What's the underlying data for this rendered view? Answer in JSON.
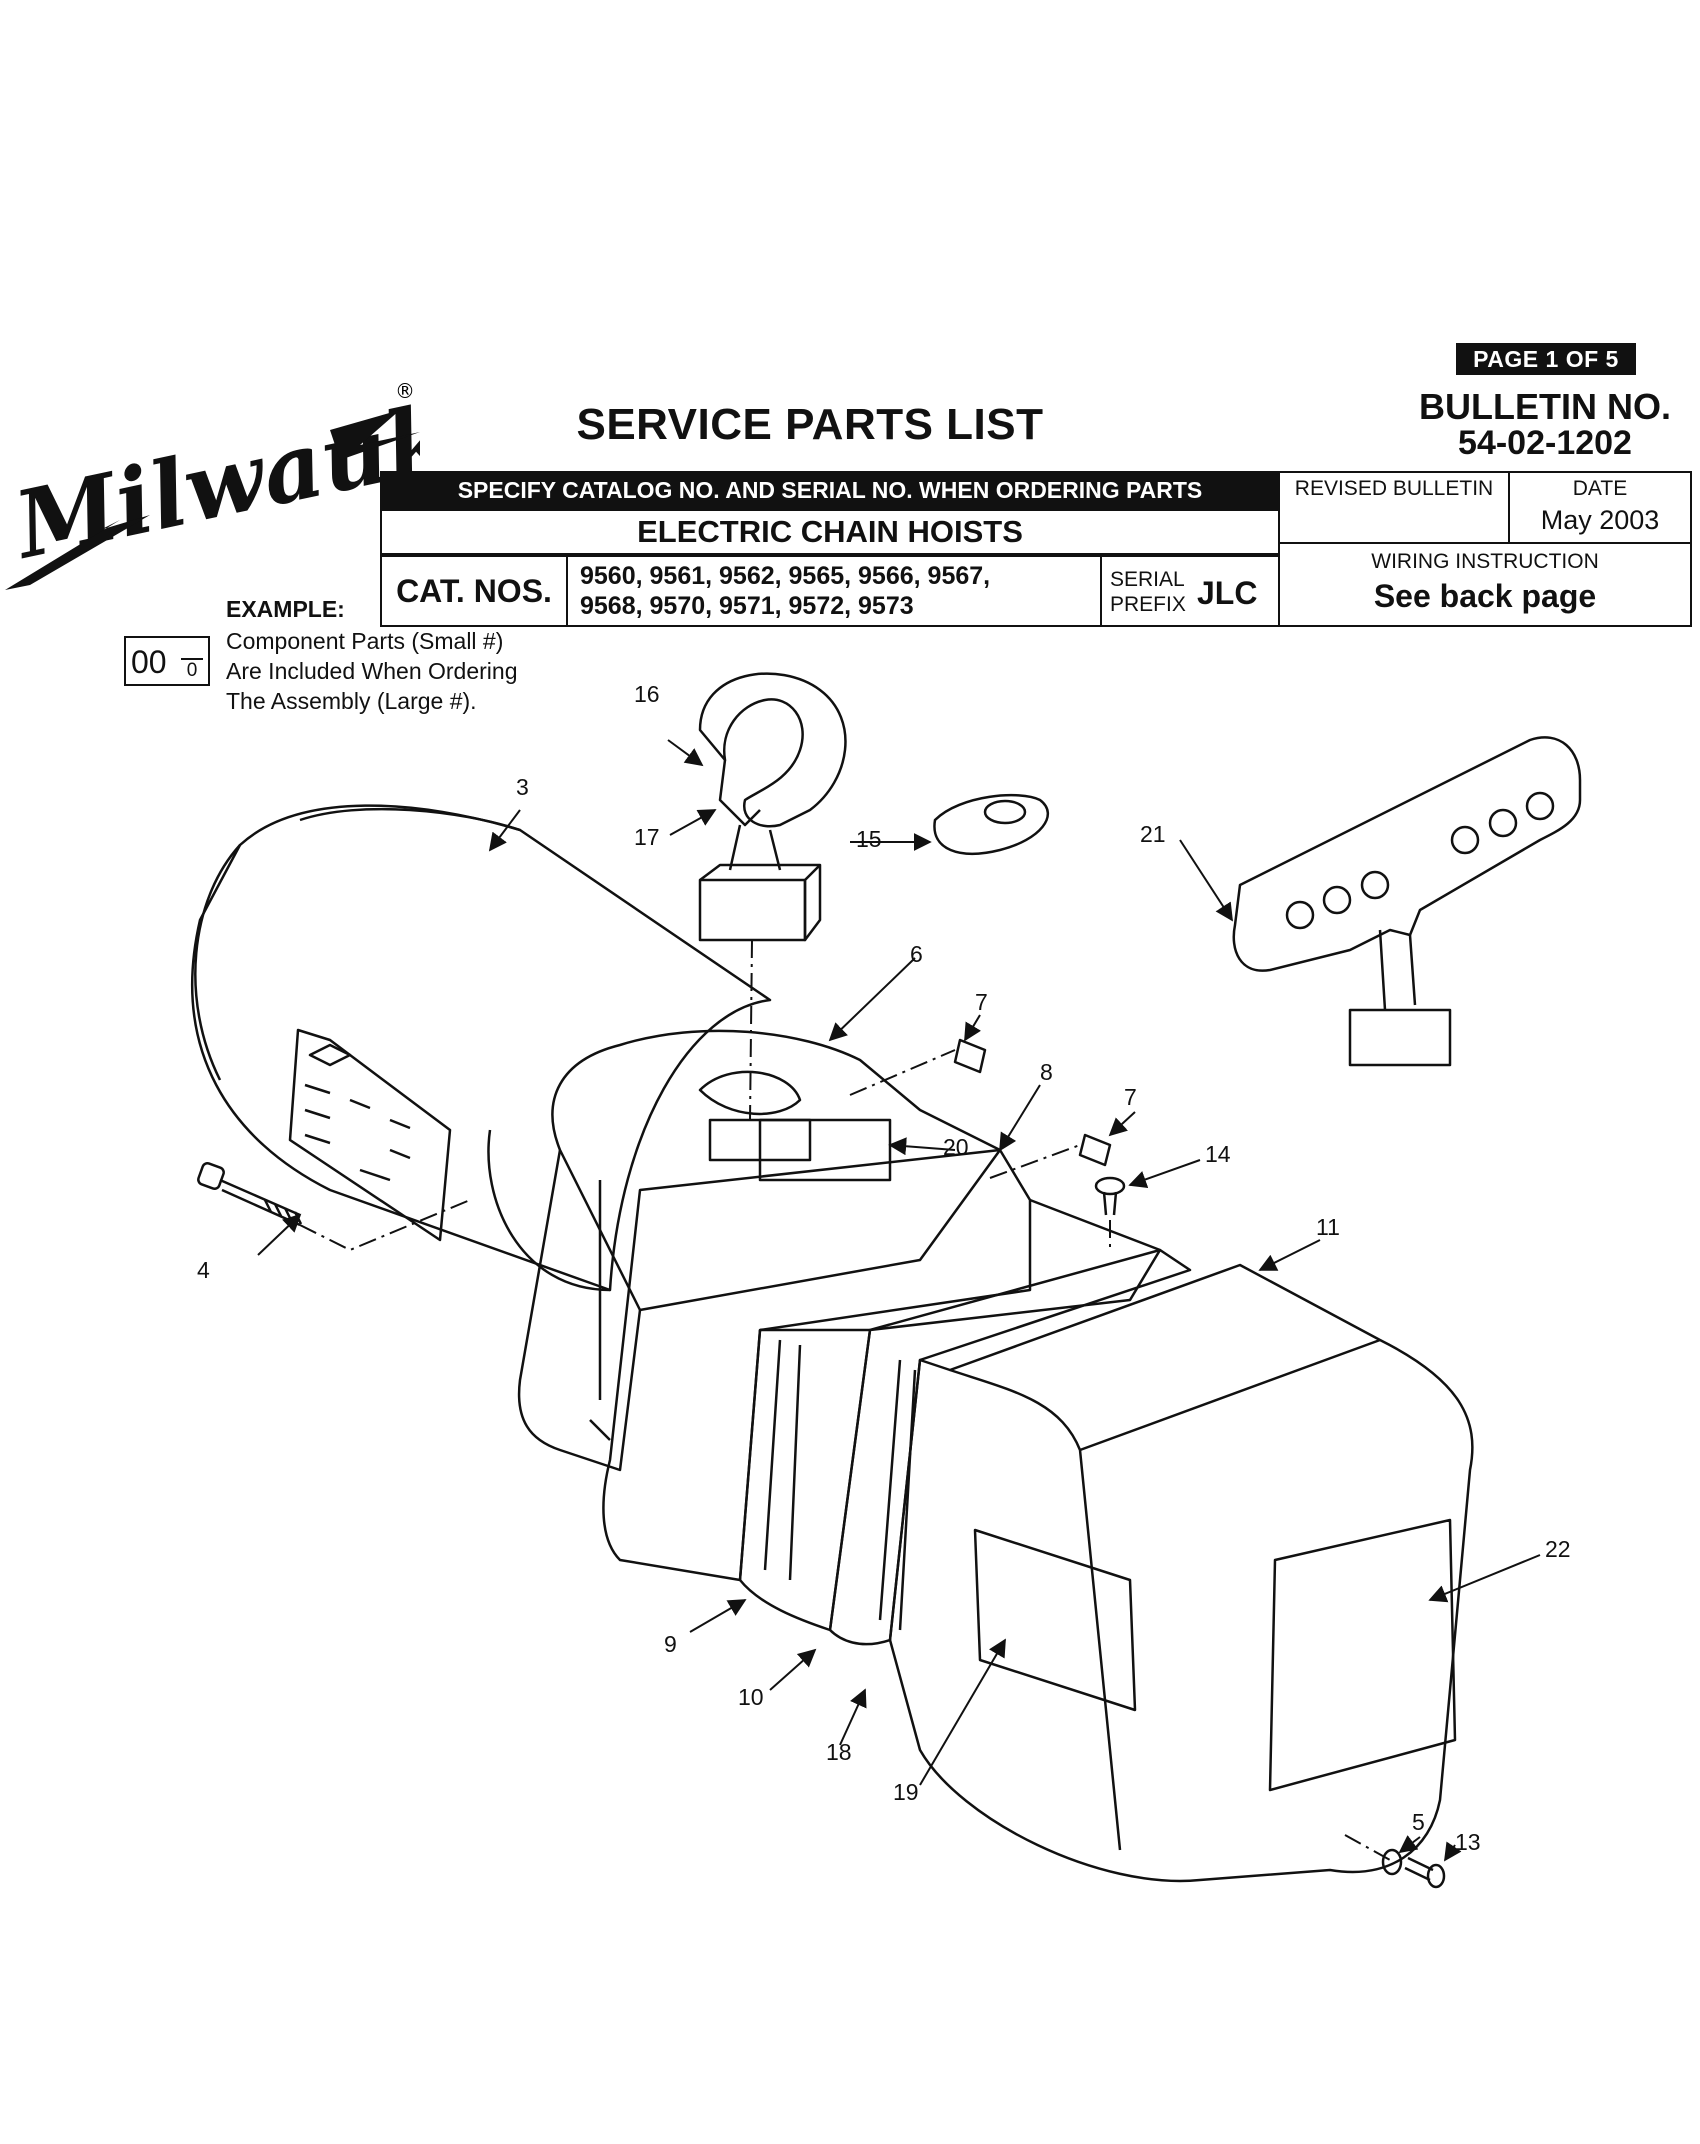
{
  "header": {
    "page_badge": "PAGE 1 OF 5",
    "bulletin_label": "BULLETIN NO.",
    "bulletin_number": "54-02-1202",
    "title": "SERVICE PARTS LIST",
    "logo_text": "Milwaukee"
  },
  "info_table": {
    "specify_banner": "SPECIFY CATALOG NO. AND SERIAL NO. WHEN ORDERING PARTS",
    "product_name": "ELECTRIC CHAIN HOISTS",
    "cat_nos_label": "CAT. NOS.",
    "cat_nos_line1": "9560, 9561, 9562, 9565, 9566, 9567,",
    "cat_nos_line2": "9568, 9570, 9571, 9572, 9573",
    "serial_prefix_label_1": "SERIAL",
    "serial_prefix_label_2": "PREFIX",
    "serial_prefix_value": "JLC",
    "revised_bulletin_label": "REVISED BULLETIN",
    "revised_bulletin_value": "",
    "date_label": "DATE",
    "date_value": "May 2003",
    "wiring_label": "WIRING INSTRUCTION",
    "wiring_value": "See back page"
  },
  "example": {
    "label": "EXAMPLE:",
    "big_number": "00",
    "small_number": "0",
    "line1": "Component Parts (Small #)",
    "line2": "Are Included When Ordering",
    "line3": "The Assembly (Large #)."
  },
  "callouts": {
    "c3": "3",
    "c4": "4",
    "c5": "5",
    "c6": "6",
    "c7a": "7",
    "c7b": "7",
    "c8": "8",
    "c9": "9",
    "c10": "10",
    "c11": "11",
    "c13": "13",
    "c14": "14",
    "c15": "15",
    "c16": "16",
    "c17": "17",
    "c18": "18",
    "c19": "19",
    "c20": "20",
    "c21": "21",
    "c22": "22"
  }
}
